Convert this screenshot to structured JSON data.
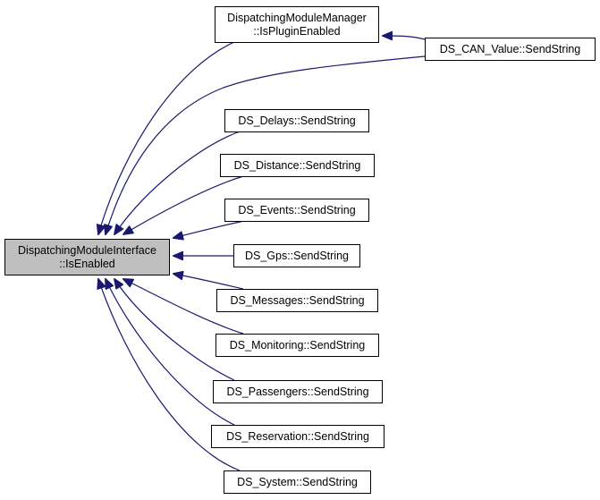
{
  "diagram": {
    "type": "caller-graph",
    "edge_color": "#191970",
    "root": {
      "id": "root",
      "lines": [
        "DispatchingModuleInterface",
        "::IsEnabled"
      ],
      "fill": "#bfbfbf"
    },
    "nodes": [
      {
        "id": "manager",
        "lines": [
          "DispatchingModuleManager",
          "::IsPluginEnabled"
        ]
      },
      {
        "id": "can",
        "lines": [
          "DS_CAN_Value::SendString"
        ]
      },
      {
        "id": "delays",
        "lines": [
          "DS_Delays::SendString"
        ]
      },
      {
        "id": "distance",
        "lines": [
          "DS_Distance::SendString"
        ]
      },
      {
        "id": "events",
        "lines": [
          "DS_Events::SendString"
        ]
      },
      {
        "id": "gps",
        "lines": [
          "DS_Gps::SendString"
        ]
      },
      {
        "id": "messages",
        "lines": [
          "DS_Messages::SendString"
        ]
      },
      {
        "id": "monitoring",
        "lines": [
          "DS_Monitoring::SendString"
        ]
      },
      {
        "id": "passengers",
        "lines": [
          "DS_Passengers::SendString"
        ]
      },
      {
        "id": "reservation",
        "lines": [
          "DS_Reservation::SendString"
        ]
      },
      {
        "id": "system",
        "lines": [
          "DS_System::SendString"
        ]
      }
    ],
    "edges": [
      {
        "from": "manager",
        "to": "root"
      },
      {
        "from": "can",
        "to": "manager"
      },
      {
        "from": "can",
        "to": "root"
      },
      {
        "from": "delays",
        "to": "root"
      },
      {
        "from": "distance",
        "to": "root"
      },
      {
        "from": "events",
        "to": "root"
      },
      {
        "from": "gps",
        "to": "root"
      },
      {
        "from": "messages",
        "to": "root"
      },
      {
        "from": "monitoring",
        "to": "root"
      },
      {
        "from": "passengers",
        "to": "root"
      },
      {
        "from": "reservation",
        "to": "root"
      },
      {
        "from": "system",
        "to": "root"
      }
    ]
  }
}
